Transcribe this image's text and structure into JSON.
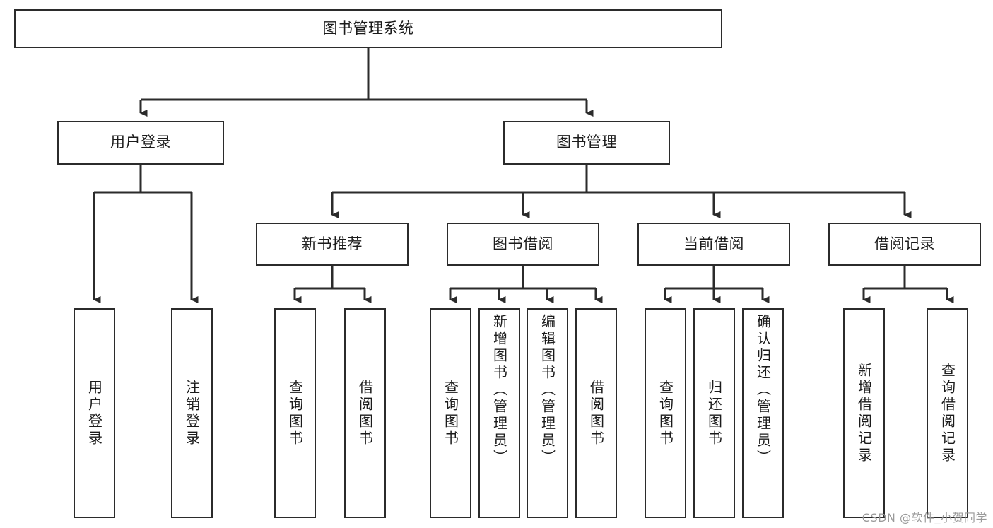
{
  "diagram": {
    "type": "tree-hierarchy",
    "title": "图书管理系统",
    "levels": {
      "root": {
        "label": "图书管理系统"
      },
      "level2": [
        {
          "id": "user-login",
          "label": "用户登录"
        },
        {
          "id": "book-management",
          "label": "图书管理"
        }
      ],
      "level3": [
        {
          "id": "new-book-recommend",
          "label": "新书推荐",
          "parent": "book-management"
        },
        {
          "id": "book-borrow",
          "label": "图书借阅",
          "parent": "book-management"
        },
        {
          "id": "current-borrow",
          "label": "当前借阅",
          "parent": "book-management"
        },
        {
          "id": "borrow-record",
          "label": "借阅记录",
          "parent": "book-management"
        }
      ],
      "leaves": [
        {
          "id": "leaf-user-login",
          "label": "用户登录",
          "parent": "user-login"
        },
        {
          "id": "leaf-logout-login",
          "label": "注销登录",
          "parent": "user-login"
        },
        {
          "id": "leaf-query-book-1",
          "label": "查询图书",
          "parent": "new-book-recommend"
        },
        {
          "id": "leaf-borrow-book-1",
          "label": "借阅图书",
          "parent": "new-book-recommend"
        },
        {
          "id": "leaf-query-book-2",
          "label": "查询图书",
          "parent": "book-borrow"
        },
        {
          "id": "leaf-add-book",
          "label": "新增图书（管理员）",
          "parent": "book-borrow"
        },
        {
          "id": "leaf-edit-book",
          "label": "编辑图书（管理员）",
          "parent": "book-borrow"
        },
        {
          "id": "leaf-borrow-book-2",
          "label": "借阅图书",
          "parent": "book-borrow"
        },
        {
          "id": "leaf-query-book-3",
          "label": "查询图书",
          "parent": "current-borrow"
        },
        {
          "id": "leaf-return-book",
          "label": "归还图书",
          "parent": "current-borrow"
        },
        {
          "id": "leaf-confirm-return",
          "label": "确认归还（管理员）",
          "parent": "current-borrow"
        },
        {
          "id": "leaf-add-record",
          "label": "新增借阅记录",
          "parent": "borrow-record"
        },
        {
          "id": "leaf-query-record",
          "label": "查询借阅记录",
          "parent": "borrow-record"
        }
      ]
    },
    "colors": {
      "stroke": "#2b2b2b",
      "background": "#ffffff",
      "text": "#1b1b1b",
      "watermark": "#9a9a9a"
    }
  },
  "watermark": {
    "text": "CSDN @软件_小贺同学"
  }
}
